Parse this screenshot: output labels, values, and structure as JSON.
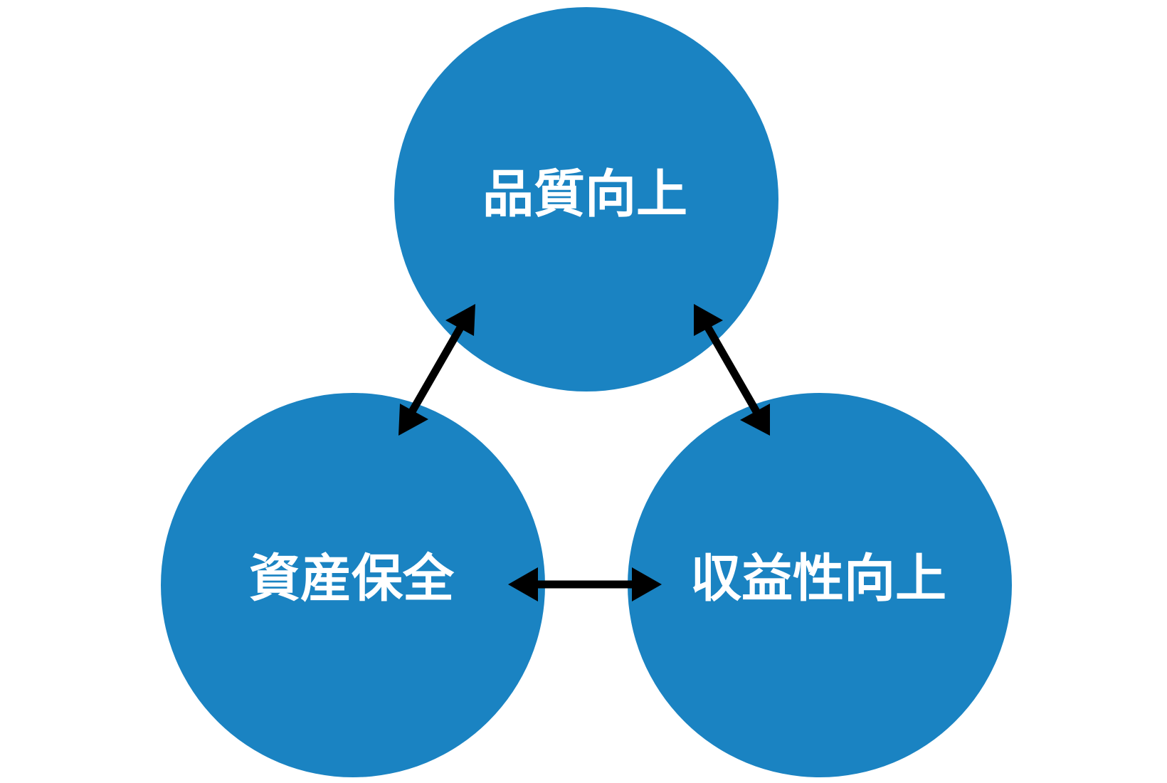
{
  "colors": {
    "circle_fill": "#1a83c2",
    "arrow": "#000000",
    "label": "#ffffff"
  },
  "nodes": {
    "top": {
      "label": "品質向上"
    },
    "left": {
      "label": "資産保全"
    },
    "right": {
      "label": "収益性向上"
    }
  },
  "edges": [
    {
      "from": "top",
      "to": "left",
      "direction": "both"
    },
    {
      "from": "top",
      "to": "right",
      "direction": "both"
    },
    {
      "from": "left",
      "to": "right",
      "direction": "both"
    }
  ]
}
